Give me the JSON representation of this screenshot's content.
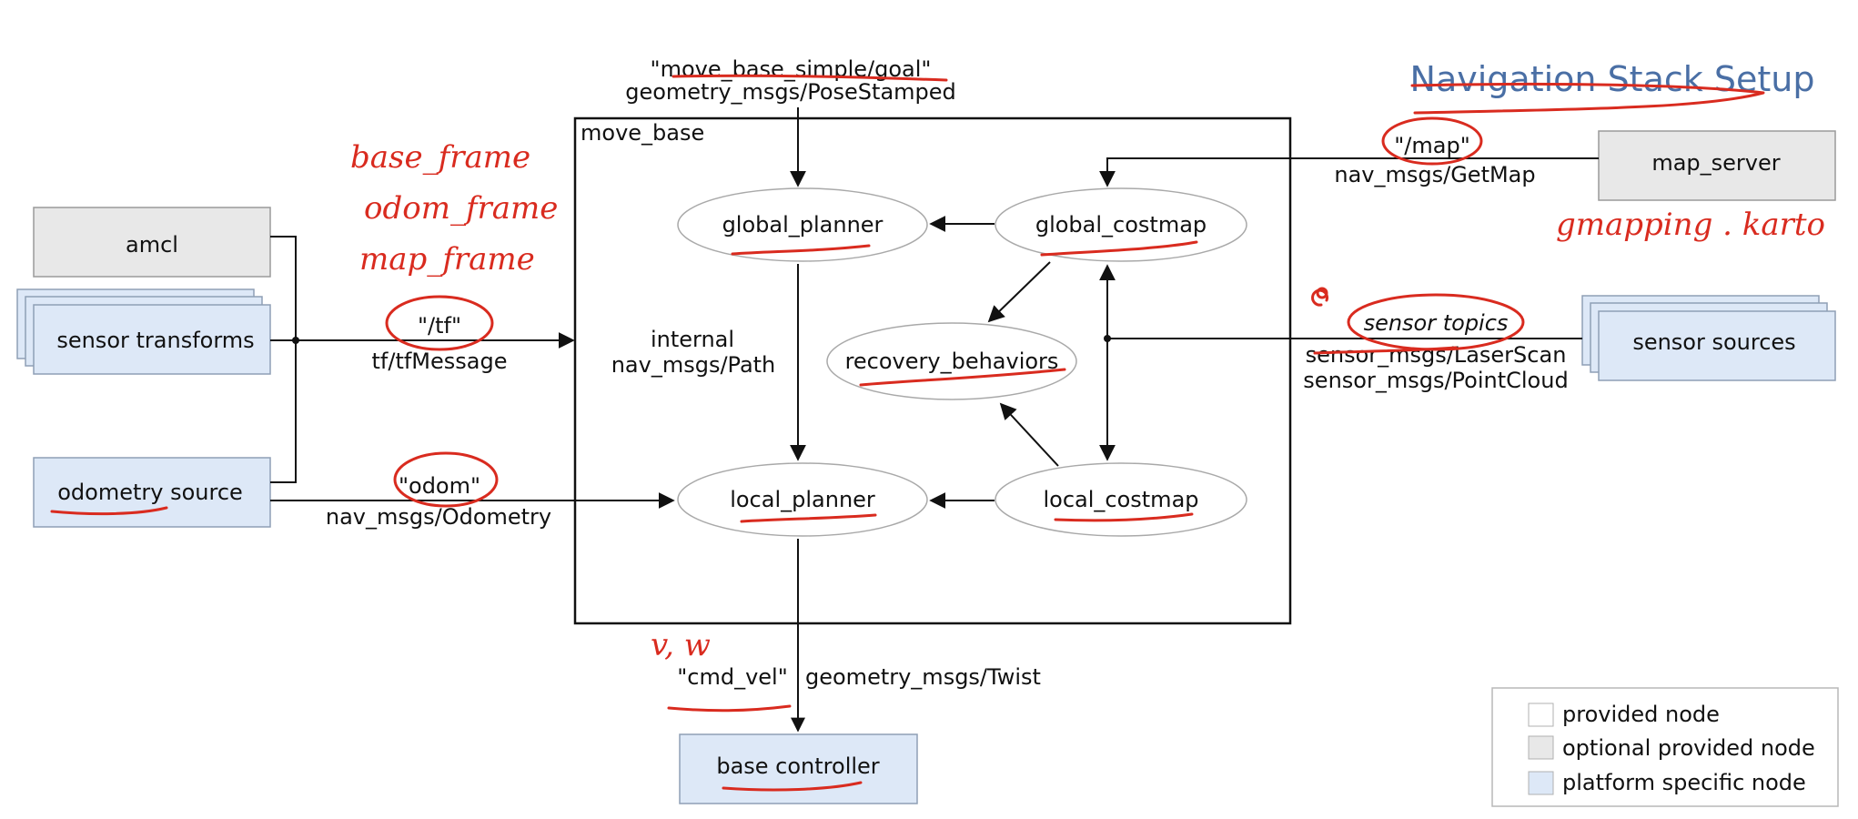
{
  "title": "Navigation Stack Setup",
  "container": {
    "label": "move_base"
  },
  "nodes": {
    "amcl": "amcl",
    "sensor_transforms": "sensor transforms",
    "odometry_source": "odometry source",
    "map_server": "map_server",
    "sensor_sources": "sensor sources",
    "base_controller": "base controller",
    "global_planner": "global_planner",
    "global_costmap": "global_costmap",
    "recovery_behaviors": "recovery_behaviors",
    "local_planner": "local_planner",
    "local_costmap": "local_costmap"
  },
  "topics": {
    "goal": {
      "name": "\"move_base_simple/goal\"",
      "type": "geometry_msgs/PoseStamped"
    },
    "map": {
      "name": "\"/map\"",
      "type": "nav_msgs/GetMap"
    },
    "tf": {
      "name": "\"/tf\"",
      "type": "tf/tfMessage"
    },
    "sensor": {
      "name": "sensor topics",
      "type1": "sensor_msgs/LaserScan",
      "type2": "sensor_msgs/PointCloud"
    },
    "odom": {
      "name": "\"odom\"",
      "type": "nav_msgs/Odometry"
    },
    "internal": {
      "line1": "internal",
      "line2": "nav_msgs/Path"
    },
    "cmd_vel": {
      "name": "\"cmd_vel\"",
      "type": "geometry_msgs/Twist"
    }
  },
  "legend": [
    {
      "label": "provided node",
      "color": "#ffffff"
    },
    {
      "label": "optional provided node",
      "color": "#e8e8e8"
    },
    {
      "label": "platform specific node",
      "color": "#dde8f7"
    }
  ],
  "annotations": {
    "frames": [
      "base_frame",
      "odom_frame",
      "map_frame"
    ],
    "mapping": "gmapping . karto",
    "velocity": "v, w"
  }
}
